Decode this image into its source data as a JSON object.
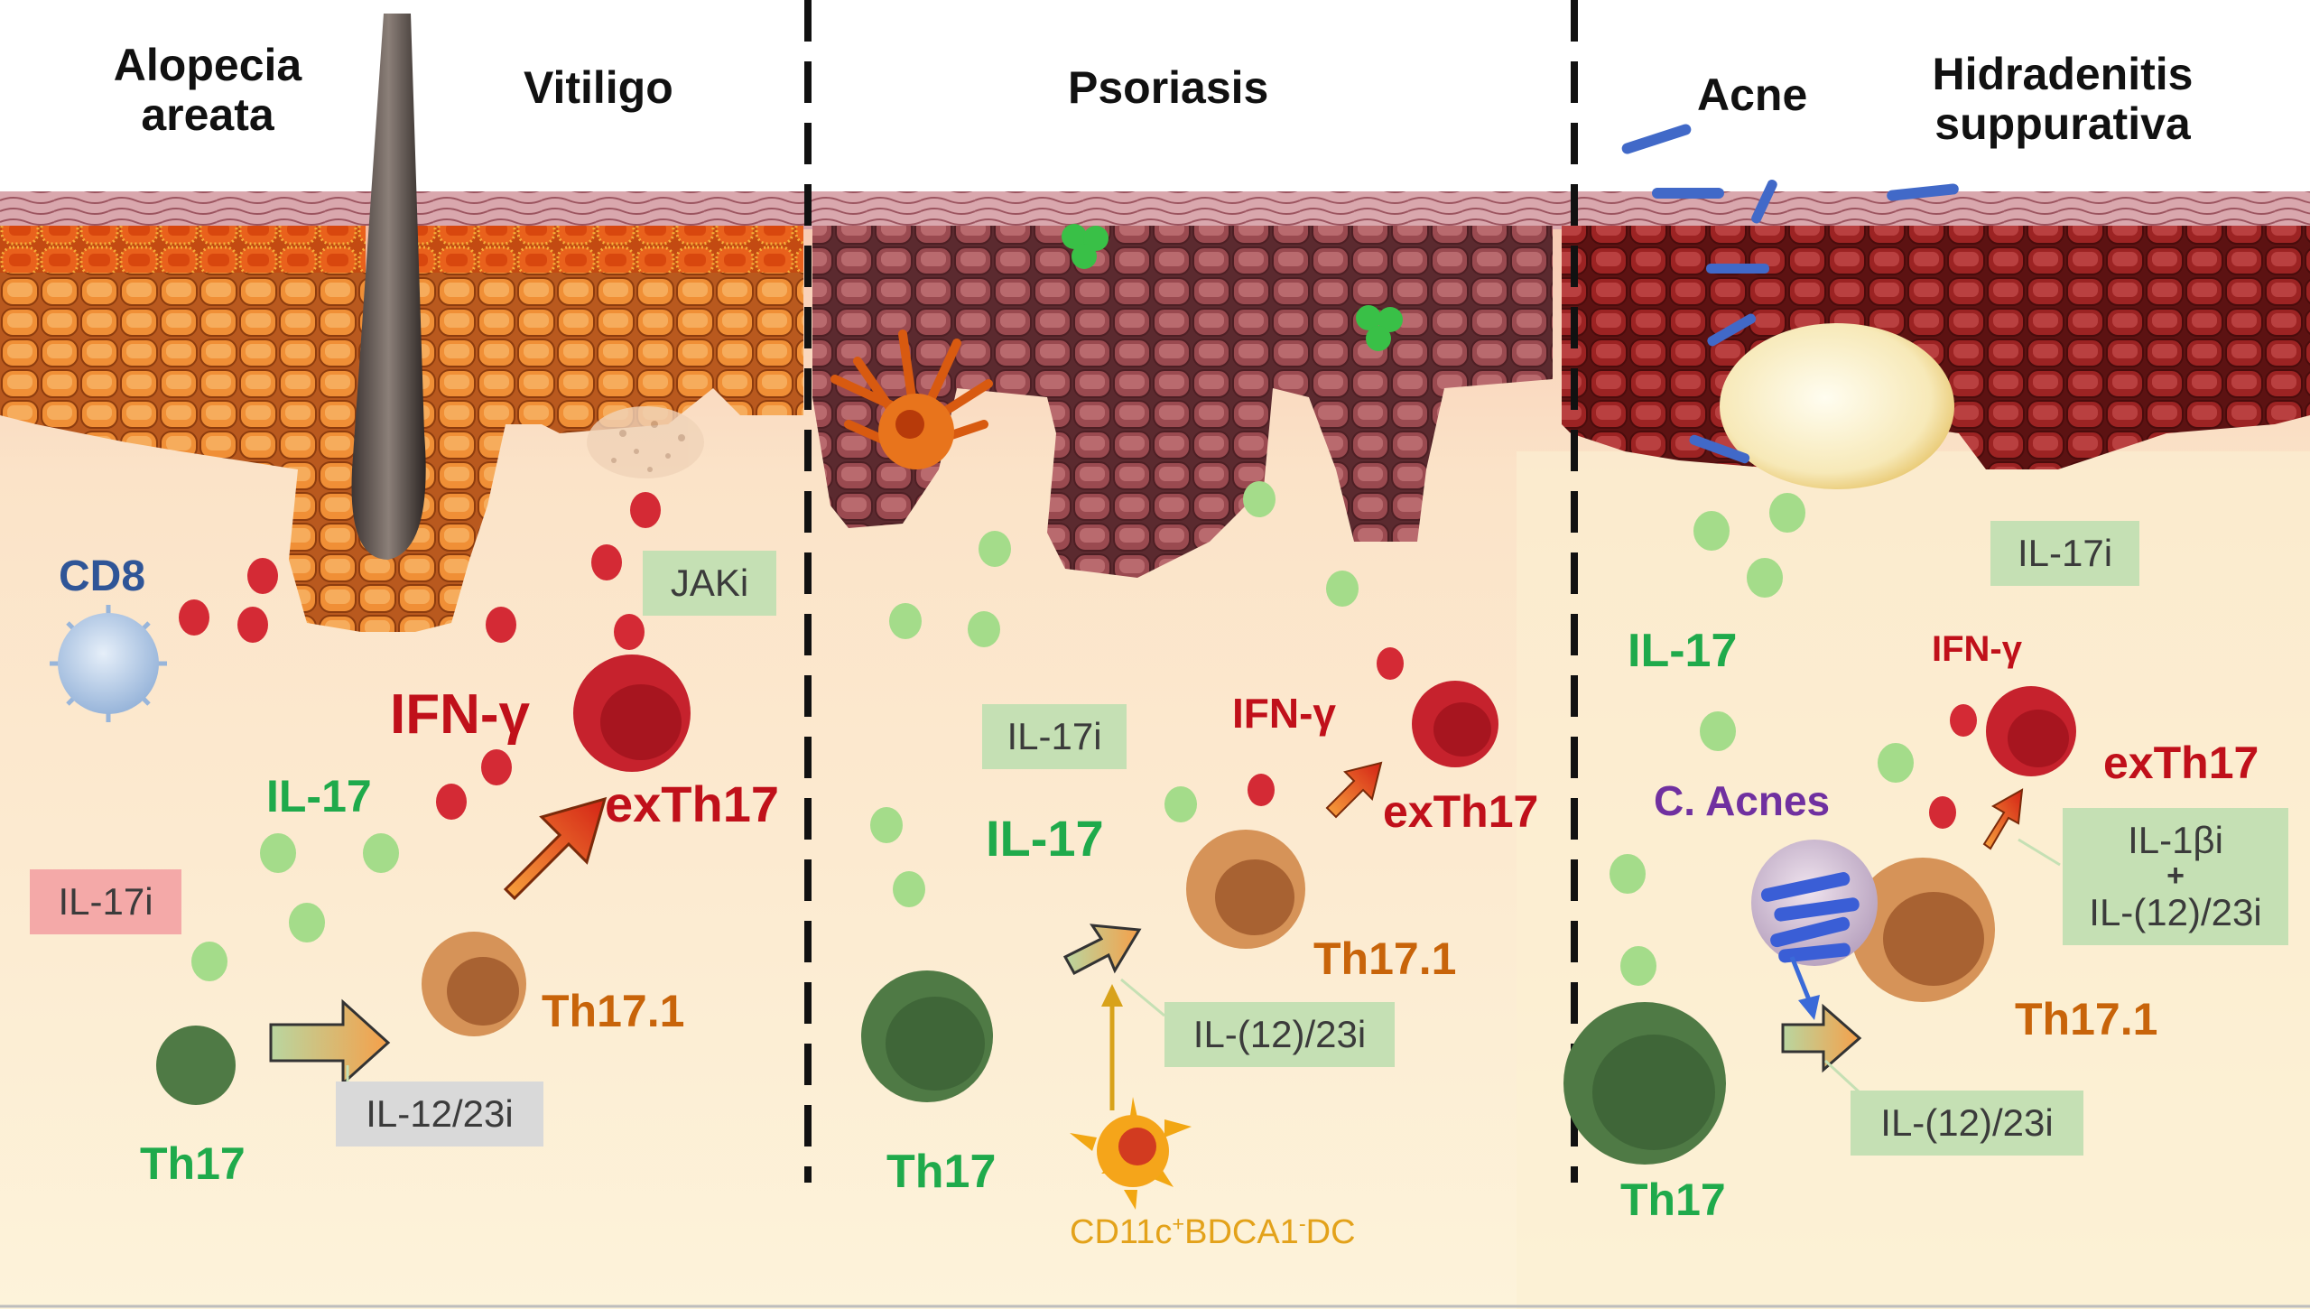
{
  "headers": {
    "alopecia": "Alopecia areata",
    "vitiligo": "Vitiligo",
    "psoriasis": "Psoriasis",
    "acne": "Acne",
    "hidradenitis": "Hidradenitis suppurativa"
  },
  "panel1": {
    "cd8": "CD8",
    "ifn": "IFN-γ",
    "il17": "IL-17",
    "exth17": "exTh17",
    "th17": "Th17",
    "th171": "Th17.1",
    "jaki": "JAKi",
    "il17i": "IL-17i",
    "il1223i": "IL-12/23i"
  },
  "panel2": {
    "il17i": "IL-17i",
    "il17": "IL-17",
    "ifn": "IFN-γ",
    "exth17": "exTh17",
    "th171": "Th17.1",
    "th17": "Th17",
    "il1223i": "IL-(12)/23i",
    "dc_parts": [
      "CD11c",
      "+",
      "BDCA1",
      "-",
      "DC"
    ]
  },
  "panel3": {
    "il17i": "IL-17i",
    "il17": "IL-17",
    "ifn": "IFN-γ",
    "exth17": "exTh17",
    "cacnes": "C. Acnes",
    "il1bi": "IL-1βi",
    "plus": "+",
    "il1223i_a": "IL-(12)/23i",
    "th171": "Th17.1",
    "th17": "Th17",
    "il1223i_b": "IL-(12)/23i"
  },
  "colors": {
    "green_text": "#1faa4b",
    "red_text": "#c0101a",
    "orange_text": "#c8640a",
    "cd8_text": "#2f5597",
    "purple_text": "#7030a0",
    "dc_text": "#e3a21a",
    "label_box_green": "#c5e0b4",
    "label_box_pink": "#f4a9a8",
    "label_box_grey": "#d9d9d9"
  }
}
